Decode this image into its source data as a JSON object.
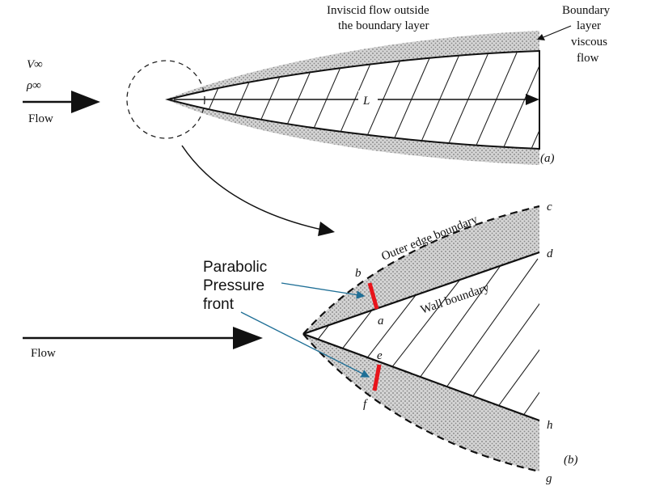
{
  "figure_a": {
    "top_label_line1": "Inviscid flow outside",
    "top_label_line2": "the boundary layer",
    "bl_label_line1": "Boundary",
    "bl_label_line2": "layer",
    "bl_label_line3": "viscous",
    "bl_label_line4": "flow",
    "v_inf": "V∞",
    "rho_inf": "ρ∞",
    "flow_label": "Flow",
    "length_label": "L",
    "panel_label": "(a)"
  },
  "figure_b": {
    "outer_edge_label": "Outer edge boundary",
    "wall_label": "Wall boundary",
    "flow_label": "Flow",
    "panel_label": "(b)",
    "point_labels": {
      "a": "a",
      "b": "b",
      "c": "c",
      "d": "d",
      "e": "e",
      "f": "f",
      "g": "g",
      "h": "h"
    },
    "annotation_line1": "Parabolic",
    "annotation_line2": "Pressure",
    "annotation_line3": "front",
    "annotation_color": "#1f6f96",
    "front_color": "#e8141b"
  }
}
